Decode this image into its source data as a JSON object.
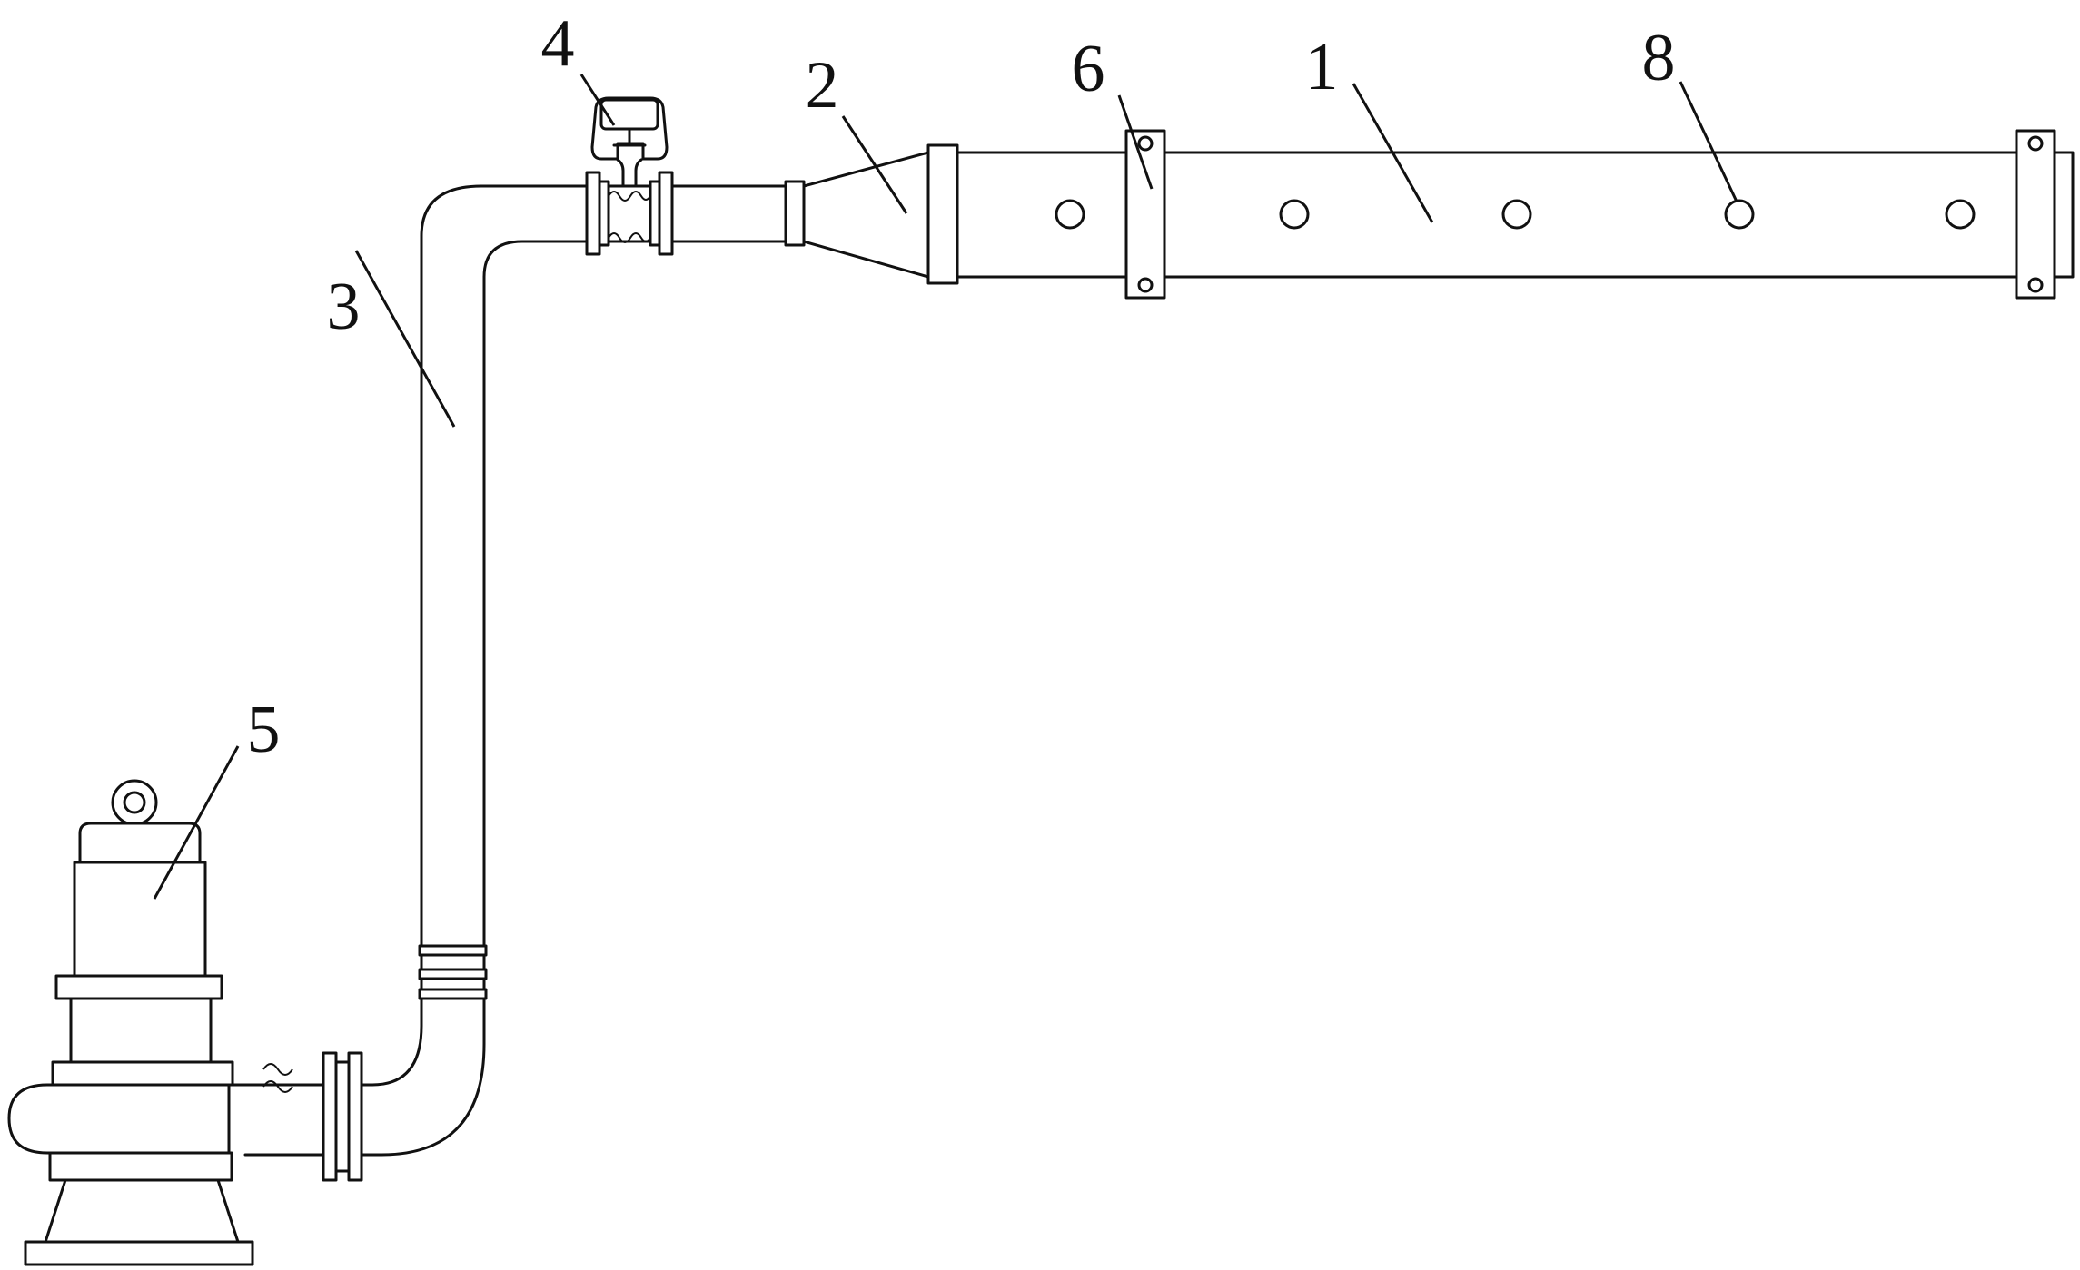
{
  "callouts": {
    "c1": "1",
    "c2": "2",
    "c3": "3",
    "c4": "4",
    "c5": "5",
    "c6": "6",
    "c8": "8"
  },
  "colors": {
    "line": "#111111",
    "background": "#ffffff"
  }
}
